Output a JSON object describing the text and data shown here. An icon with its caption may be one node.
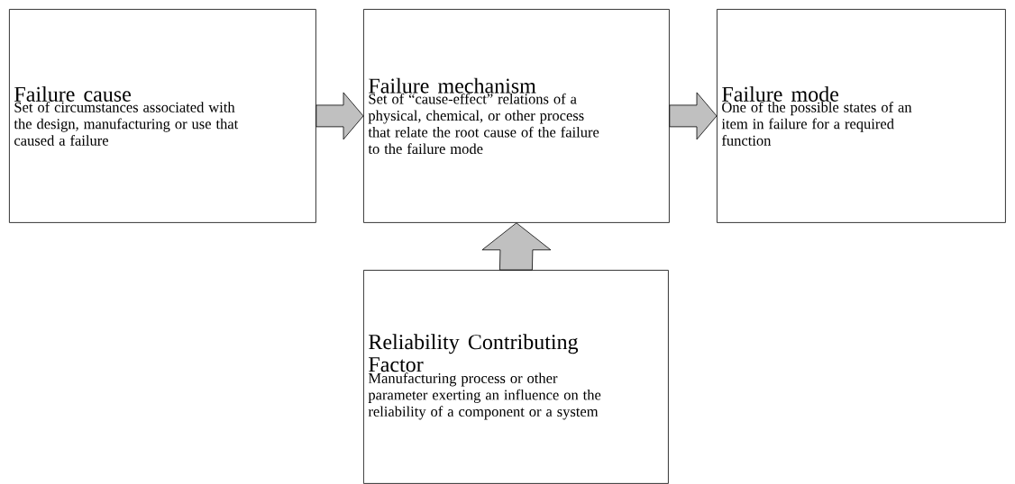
{
  "diagram": {
    "nodes": [
      {
        "text": [
          "Failure cause",
          "Set of circumstances associated with the design, manufacturing or use that caused a failure"
        ]
      },
      {
        "text": [
          "Failure mechanism",
          "Set of “cause-effect” relations of a physical, chemical, or other process that relate the root cause of the failure to the failure mode"
        ]
      },
      {
        "text": [
          "Failure mode",
          "One of the possible states of an item in failure for a required function"
        ]
      },
      {
        "text": [
          "Reliability Contributing Factor",
          "Manufacturing process or other parameter exerting an influence on the reliability of a component or a system"
        ]
      }
    ],
    "edges": [
      {
        "from": 0,
        "to": 1,
        "arrow": "to"
      },
      {
        "from": 1,
        "to": 2,
        "arrow": "to"
      },
      {
        "from": 3,
        "to": 1,
        "arrow": "to"
      }
    ]
  }
}
